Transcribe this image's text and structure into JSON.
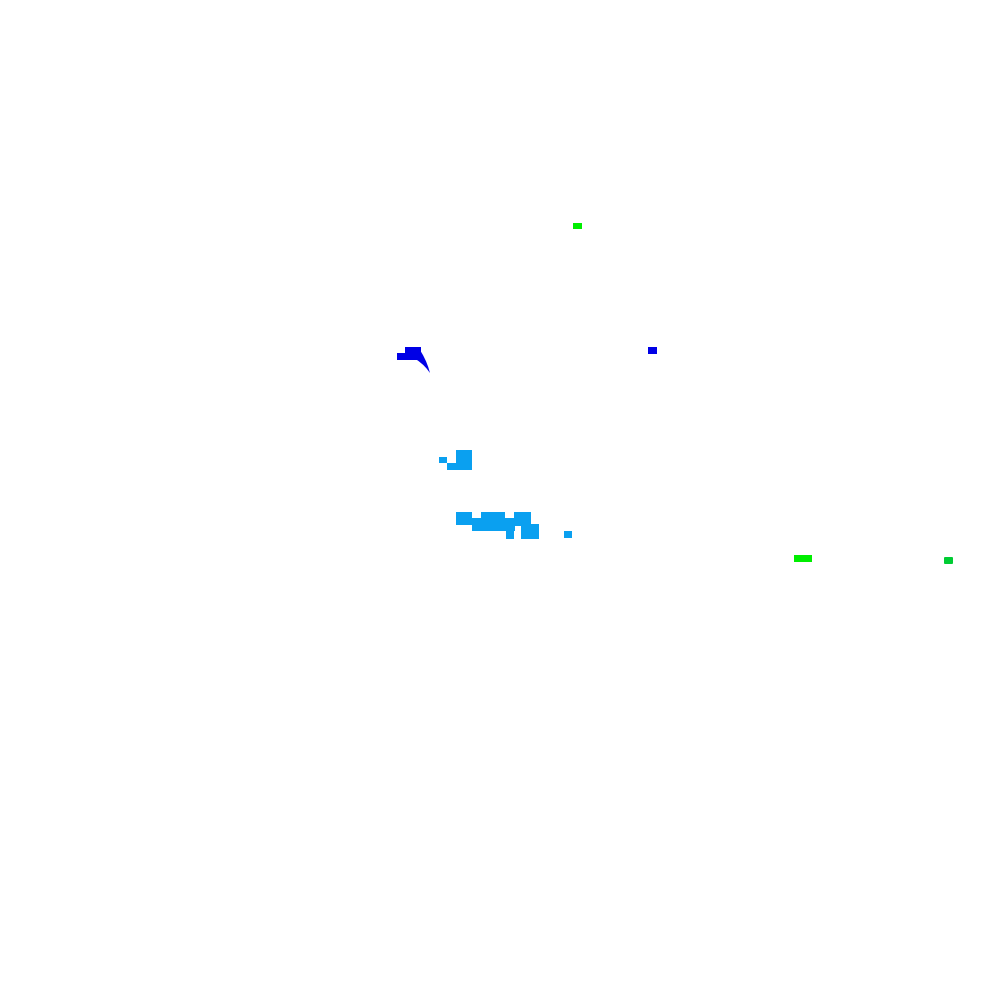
{
  "scene": {
    "background": "#ffffff",
    "colors": {
      "bright_green": "#00ee00",
      "dark_green": "#00cc33",
      "blue": "#0000e6",
      "sky_blue": "#0aa0f0"
    },
    "clusters": [
      {
        "name": "green-mark-top",
        "color": "bright_green"
      },
      {
        "name": "blue-hook-shape",
        "color": "blue"
      },
      {
        "name": "blue-mark",
        "color": "blue"
      },
      {
        "name": "sky-blue-cluster-upper",
        "color": "sky_blue"
      },
      {
        "name": "sky-blue-cluster-lower",
        "color": "sky_blue"
      },
      {
        "name": "sky-blue-mark",
        "color": "sky_blue"
      },
      {
        "name": "green-mark-right",
        "color": "bright_green"
      },
      {
        "name": "green-mark-far-right",
        "color": "dark_green"
      }
    ]
  }
}
